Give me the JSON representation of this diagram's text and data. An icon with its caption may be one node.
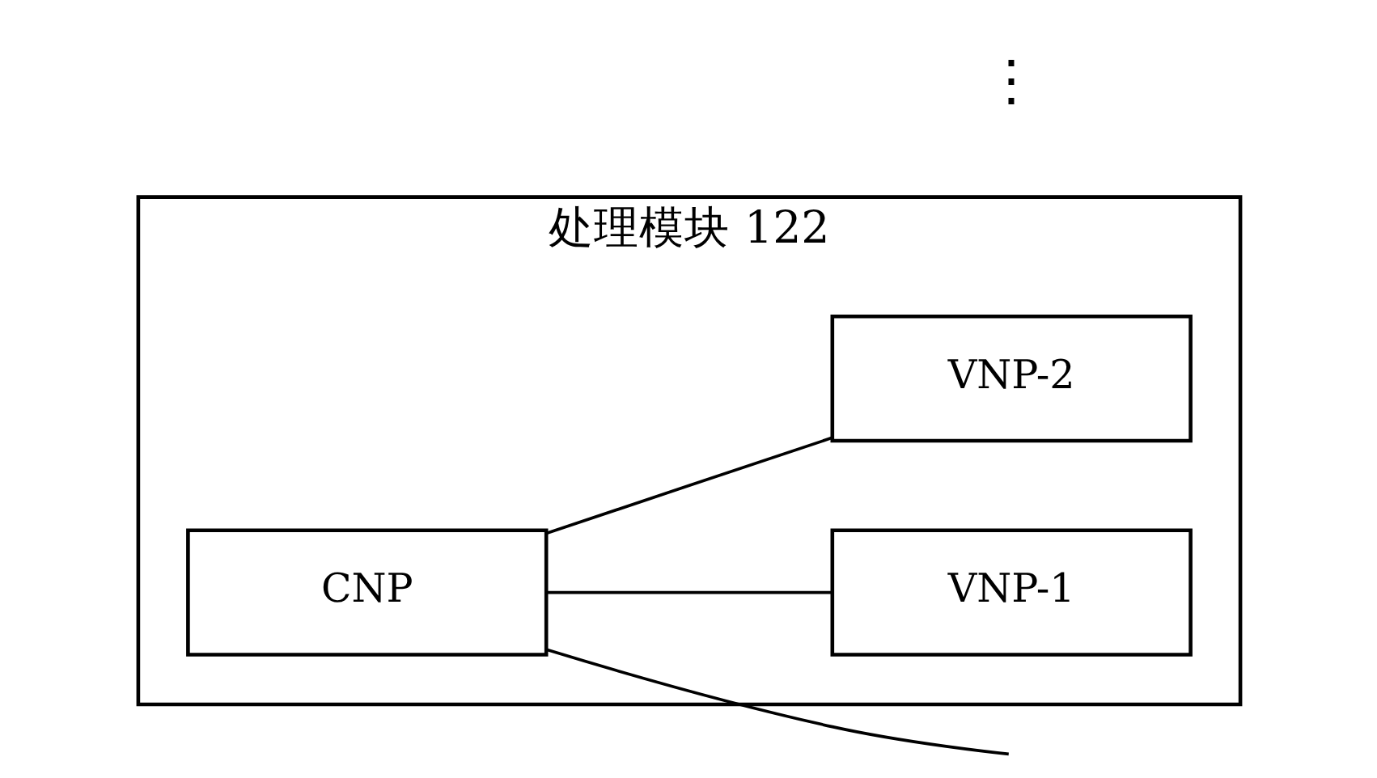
{
  "diagram": {
    "nodes": [
      {
        "text": [
          "处理模块 122"
        ]
      },
      {
        "text": [
          "CNP"
        ],
        "in": 0
      },
      {
        "text": [
          "VNP-1"
        ],
        "in": 0
      },
      {
        "text": [
          "VNP-2"
        ],
        "in": 0
      }
    ],
    "edges": [
      {
        "from": 1,
        "to": 2,
        "arrow": "none"
      },
      {
        "from": 1,
        "to": 3,
        "arrow": "none"
      },
      {
        "from": 1,
        "to": null,
        "arrow": "none"
      }
    ],
    "labels": [
      "⋮"
    ]
  }
}
